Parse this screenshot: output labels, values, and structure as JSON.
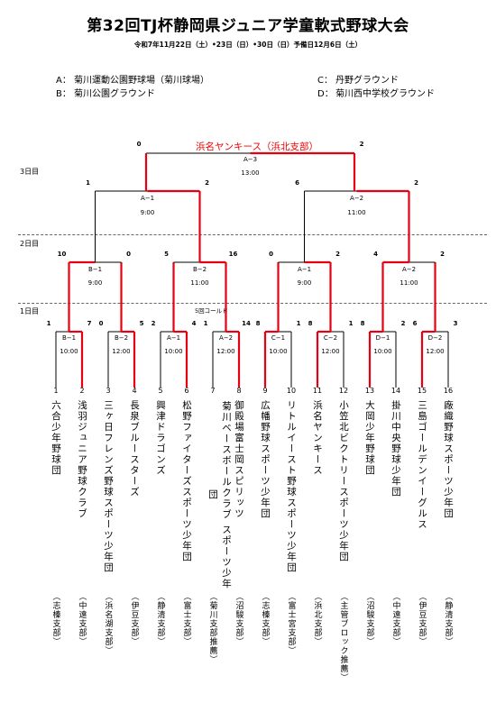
{
  "header": {
    "title": "第32回TJ杯静岡県ジュニア学童軟式野球大会",
    "subtitle": "令和7年11月22日（土）•23日（日）•30日（日）予備日12月6日（土）"
  },
  "venues": [
    {
      "code": "A：",
      "name": "菊川運動公園野球場（菊川球場）"
    },
    {
      "code": "B：",
      "name": "菊川公園グラウンド"
    },
    {
      "code": "C：",
      "name": "丹野グラウンド"
    },
    {
      "code": "D：",
      "name": "菊川西中学校グラウンド"
    }
  ],
  "days": {
    "day3": "3日目",
    "day2": "2日目",
    "day1": "1日目"
  },
  "champion": "浜名ヤンキース（浜北支部）",
  "final": {
    "label": "A−3",
    "time": "13:00",
    "score_left": "0",
    "score_right": "2"
  },
  "semis": [
    {
      "label": "A−1",
      "time": "9:00",
      "score_left": "1",
      "score_right": "2"
    },
    {
      "label": "A−2",
      "time": "11:00",
      "score_left": "6",
      "score_right": "2"
    }
  ],
  "quarters": [
    {
      "label": "B−1",
      "time": "9:00",
      "score_left": "10",
      "score_right": "0"
    },
    {
      "label": "B−2",
      "time": "11:00",
      "score_left": "5",
      "score_right": "16"
    },
    {
      "label": "A−1",
      "time": "9:00",
      "score_left": "0",
      "score_right": "2"
    },
    {
      "label": "A−2",
      "time": "11:00",
      "score_left": "4",
      "score_right": "2"
    }
  ],
  "note_cold": "5回コールド",
  "round1": [
    {
      "label": "B−1",
      "time": "10:00",
      "score_left": "1",
      "score_right": "7"
    },
    {
      "label": "B−2",
      "time": "12:00",
      "score_left": "0",
      "score_right": "5"
    },
    {
      "label": "A−1",
      "time": "10:00",
      "score_left": "2",
      "score_right": "4"
    },
    {
      "label": "A−2",
      "time": "12:00",
      "score_left": "1",
      "score_right": "14"
    },
    {
      "label": "C−1",
      "time": "10:00",
      "score_left": "8",
      "score_right": "1"
    },
    {
      "label": "C−2",
      "time": "12:00",
      "score_left": "8",
      "score_right": "1"
    },
    {
      "label": "D−1",
      "time": "10:00",
      "score_left": "8",
      "score_right": "2"
    },
    {
      "label": "D−2",
      "time": "12:00",
      "score_left": "6",
      "score_right": "3"
    }
  ],
  "teams": [
    {
      "num": "1",
      "name": "六合少年野球団",
      "pref": "（志榛支部）",
      "win": false
    },
    {
      "num": "2",
      "name": "浅羽ジュニア野球クラブ",
      "pref": "（中遠支部）",
      "win": true
    },
    {
      "num": "3",
      "name": "三ヶ日フレンズ野球スポーツ少年団",
      "pref": "（浜名湖支部）",
      "win": false
    },
    {
      "num": "4",
      "name": "長泉ブルースターズ",
      "pref": "（伊豆支部）",
      "win": true
    },
    {
      "num": "5",
      "name": "興津ドラゴンズ",
      "pref": "（静清支部）",
      "win": false
    },
    {
      "num": "6",
      "name": "松野ファイターズスポーツ少年団",
      "pref": "（富士支部）",
      "win": true
    },
    {
      "num": "7",
      "name": "菊川ベースボールクラブ スポーツ少年団",
      "pref": "（菊川支部推薦）",
      "win": false
    },
    {
      "num": "8",
      "name": "御殿場富士岡スピリッツ",
      "pref": "（沼駿支部）",
      "win": true
    },
    {
      "num": "9",
      "name": "広幡野球スポーツ少年団",
      "pref": "（志榛支部）",
      "win": true
    },
    {
      "num": "10",
      "name": "リトルイースト野球スポーツ少年団",
      "pref": "（富士宮支部）",
      "win": false
    },
    {
      "num": "11",
      "name": "浜名ヤンキース",
      "pref": "（浜北支部）",
      "win": true
    },
    {
      "num": "12",
      "name": "小笠北ビクトリースポーツ少年団",
      "pref": "（主管ブロック推薦）",
      "win": false
    },
    {
      "num": "13",
      "name": "大岡少年野球団",
      "pref": "（沼駿支部）",
      "win": true
    },
    {
      "num": "14",
      "name": "掛川中央野球少年団",
      "pref": "（中遠支部）",
      "win": false
    },
    {
      "num": "15",
      "name": "三島ゴールデンイーグルス",
      "pref": "（伊豆支部）",
      "win": true
    },
    {
      "num": "16",
      "name": "廠織野球スポーツ少年団",
      "pref": "（静清支部）",
      "win": false
    }
  ],
  "colors": {
    "win_line": "#e60012",
    "line": "#000000",
    "champion_text": "#e60012"
  }
}
